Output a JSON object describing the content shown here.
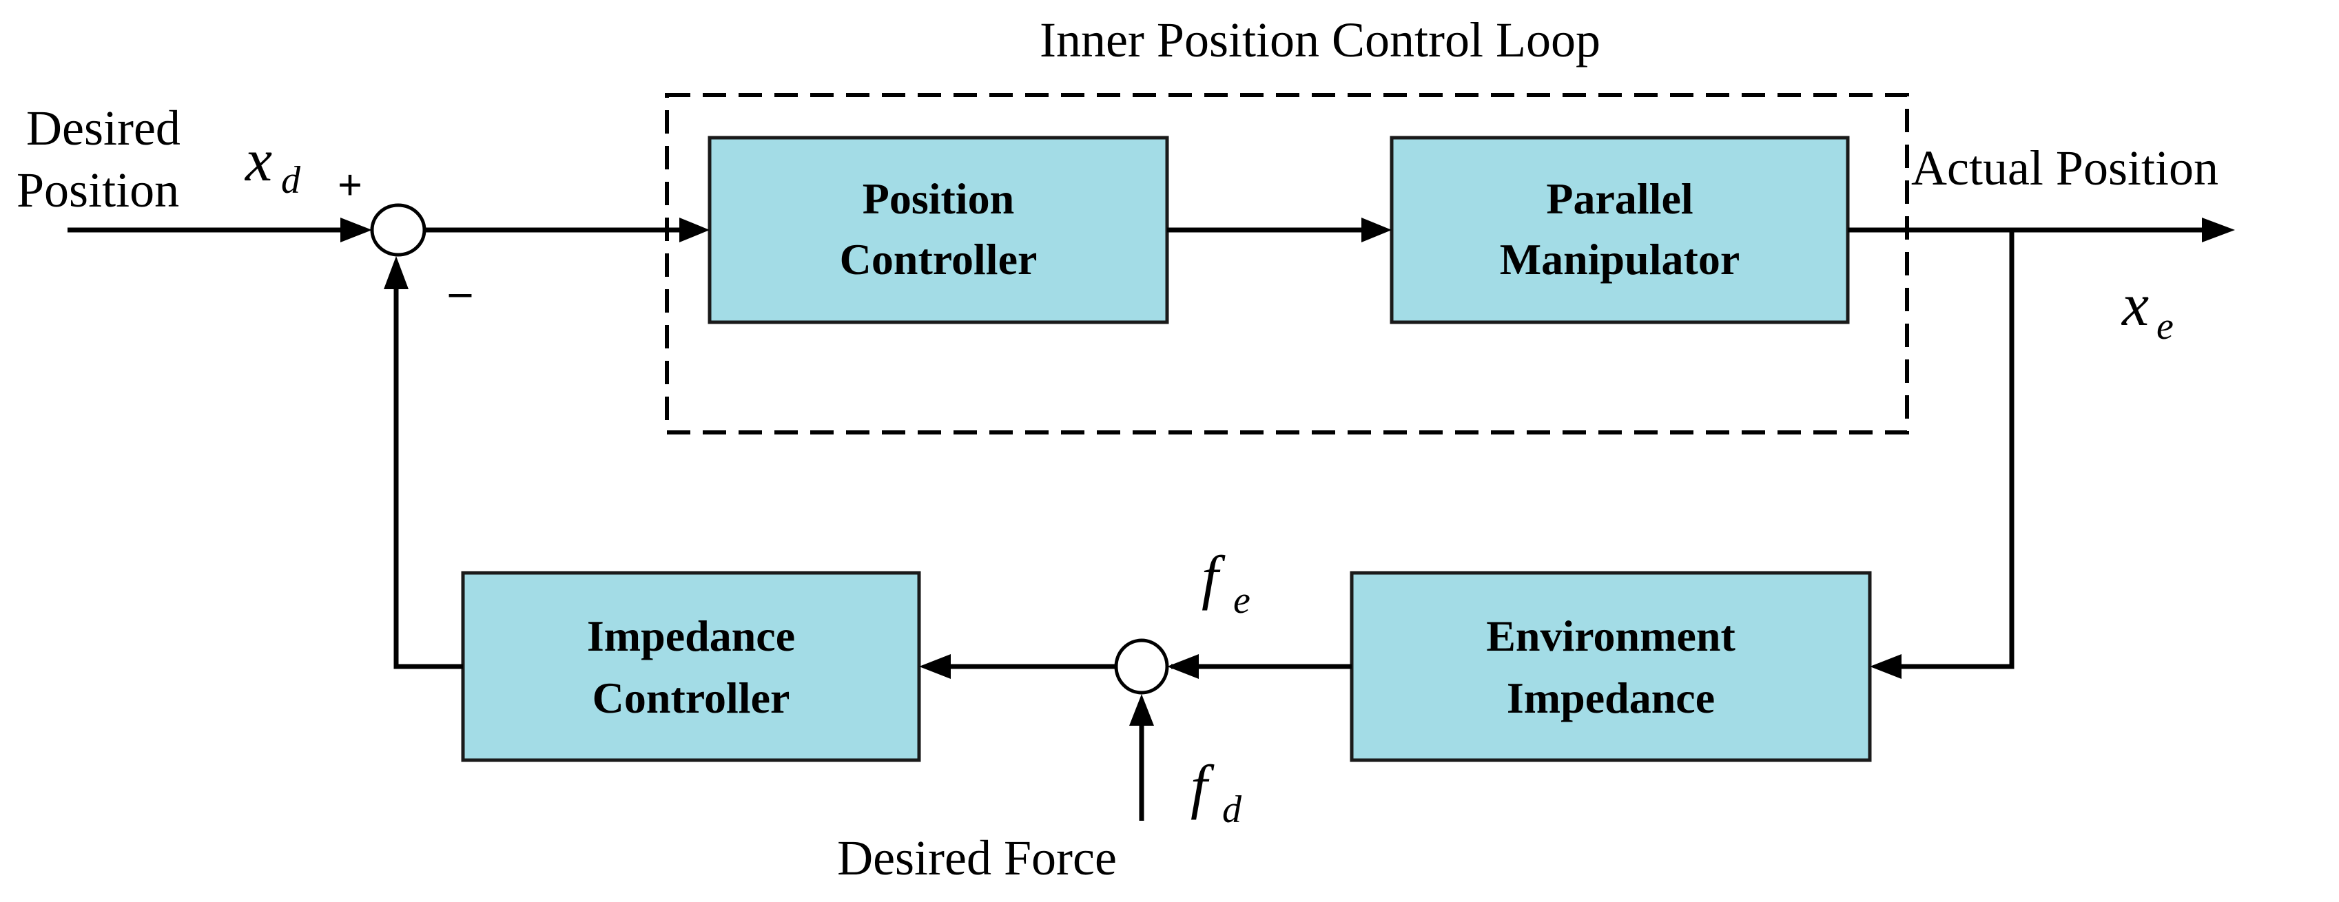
{
  "colors": {
    "block_fill": "#a3dce6",
    "block_stroke": "#1a1a1a",
    "line": "#000000",
    "background": "#ffffff"
  },
  "loop_label": "Inner Position Control Loop",
  "blocks": {
    "position_controller": [
      "Position",
      "Controller"
    ],
    "parallel_manipulator": [
      "Parallel",
      "Manipulator"
    ],
    "impedance_controller": [
      "Impedance",
      "Controller"
    ],
    "environment_impedance": [
      "Environment",
      "Impedance"
    ]
  },
  "signals": {
    "desired_position": [
      "Desired",
      "Position"
    ],
    "actual_position": "Actual Position",
    "desired_force": "Desired Force",
    "xd": {
      "base": "x",
      "sub": "d"
    },
    "xe": {
      "base": "x",
      "sub": "e"
    },
    "fe": {
      "base": "f",
      "sub": "e"
    },
    "fd": {
      "base": "f",
      "sub": "d"
    }
  },
  "summing_junction_signs": {
    "plus": "+",
    "minus": "–"
  }
}
